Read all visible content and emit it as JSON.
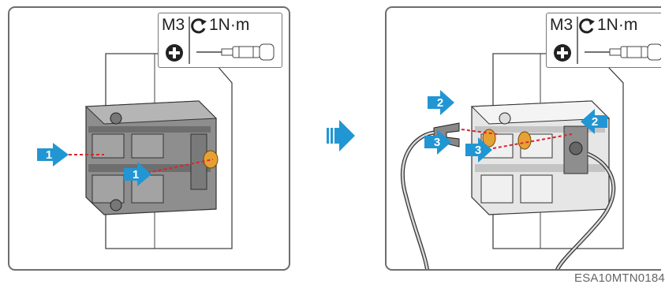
{
  "spec": {
    "screw_size": "M3",
    "torque": "1N·m",
    "icons": [
      "phillips-head-icon",
      "rotation-arrow-icon",
      "screwdriver-icon"
    ]
  },
  "steps": {
    "left_panel": [
      "1",
      "1"
    ],
    "right_panel": [
      "2",
      "3",
      "3",
      "2"
    ]
  },
  "transition_icon": "right-arrow-icon",
  "document_code": "ESA10MTN0184",
  "colors": {
    "arrow_blue": "#2196d3",
    "insulation_orange": "#e6a135",
    "body_gray": "#9e9e9e",
    "dash_red": "#d9262b"
  }
}
